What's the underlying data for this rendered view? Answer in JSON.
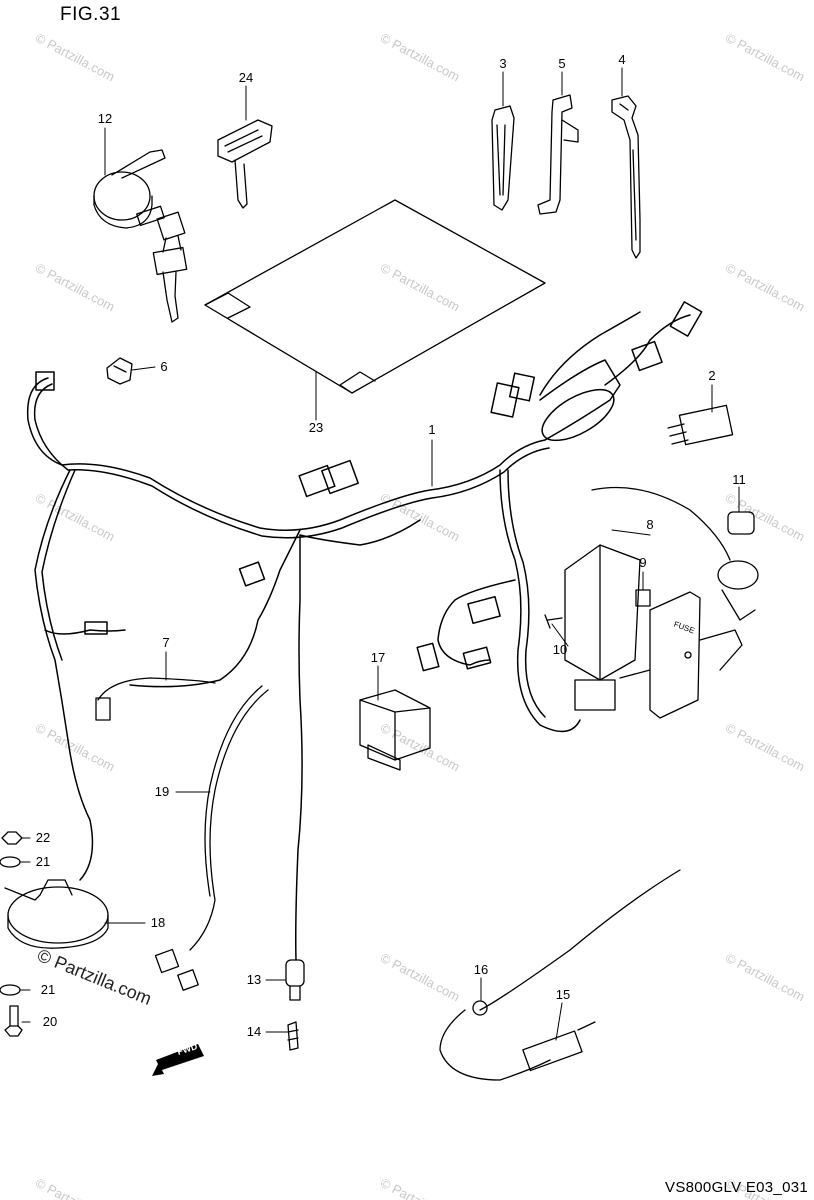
{
  "figure_title": "FIG.31",
  "drawing_code": "VS800GLV E03_031",
  "watermark_text": "© Partzilla.com",
  "fwd_label": "FWD",
  "callouts": [
    {
      "id": "1",
      "label": "1"
    },
    {
      "id": "2",
      "label": "2"
    },
    {
      "id": "3",
      "label": "3"
    },
    {
      "id": "4",
      "label": "4"
    },
    {
      "id": "5",
      "label": "5"
    },
    {
      "id": "6",
      "label": "6"
    },
    {
      "id": "7",
      "label": "7"
    },
    {
      "id": "8",
      "label": "8"
    },
    {
      "id": "9",
      "label": "9"
    },
    {
      "id": "10",
      "label": "10"
    },
    {
      "id": "11",
      "label": "11"
    },
    {
      "id": "12",
      "label": "12"
    },
    {
      "id": "13",
      "label": "13"
    },
    {
      "id": "14",
      "label": "14"
    },
    {
      "id": "15",
      "label": "15"
    },
    {
      "id": "16",
      "label": "16"
    },
    {
      "id": "17",
      "label": "17"
    },
    {
      "id": "18",
      "label": "18"
    },
    {
      "id": "19",
      "label": "19"
    },
    {
      "id": "20",
      "label": "20"
    },
    {
      "id": "21a",
      "label": "21"
    },
    {
      "id": "21b",
      "label": "21"
    },
    {
      "id": "22",
      "label": "22"
    },
    {
      "id": "23",
      "label": "23"
    },
    {
      "id": "24",
      "label": "24"
    }
  ],
  "fuse_label": "FUSE"
}
